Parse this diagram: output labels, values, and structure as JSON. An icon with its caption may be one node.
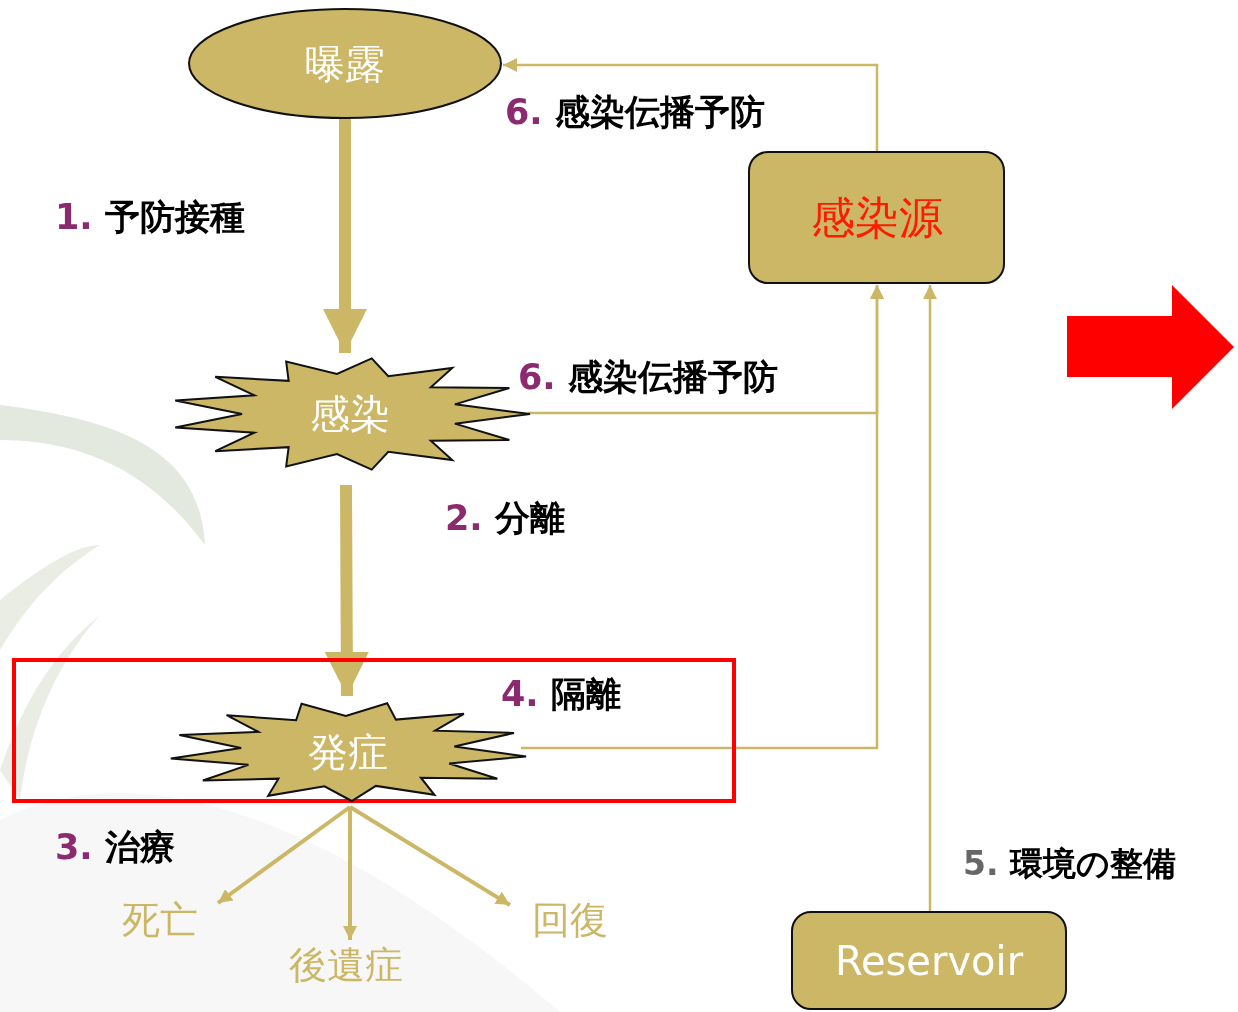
{
  "diagram": {
    "nodes": [
      {
        "text": [
          "曝露"
        ]
      },
      {
        "text": [
          "感染源"
        ]
      },
      {
        "text": [
          "感染"
        ]
      },
      {
        "text": [
          "4. 隔離"
        ]
      },
      {
        "text": [
          "発症"
        ],
        "in": 3
      },
      {
        "text": [
          "死亡"
        ]
      },
      {
        "text": [
          "後遺症"
        ]
      },
      {
        "text": [
          "回復"
        ]
      },
      {
        "text": [
          "Reservoir"
        ]
      }
    ],
    "edges": [
      {
        "from": 0,
        "to": 2,
        "arrow": "to",
        "style": "thick"
      },
      {
        "from": 2,
        "to": 4,
        "arrow": "to",
        "style": "thick"
      },
      {
        "from": 1,
        "to": 0,
        "arrow": "to"
      },
      {
        "from": 2,
        "to": 1,
        "arrow": "to"
      },
      {
        "from": 4,
        "to": 1,
        "arrow": "to"
      },
      {
        "from": 8,
        "to": 1,
        "arrow": "to"
      },
      {
        "from": 4,
        "to": 5,
        "arrow": "to"
      },
      {
        "from": 4,
        "to": 6,
        "arrow": "to"
      },
      {
        "from": 4,
        "to": 7,
        "arrow": "to"
      }
    ],
    "labels": [
      "6. 感染伝播予防",
      "1. 予防接種",
      "6. 感染伝播予防",
      "2. 分離",
      "3. 治療",
      "5. 環境の整備"
    ]
  }
}
